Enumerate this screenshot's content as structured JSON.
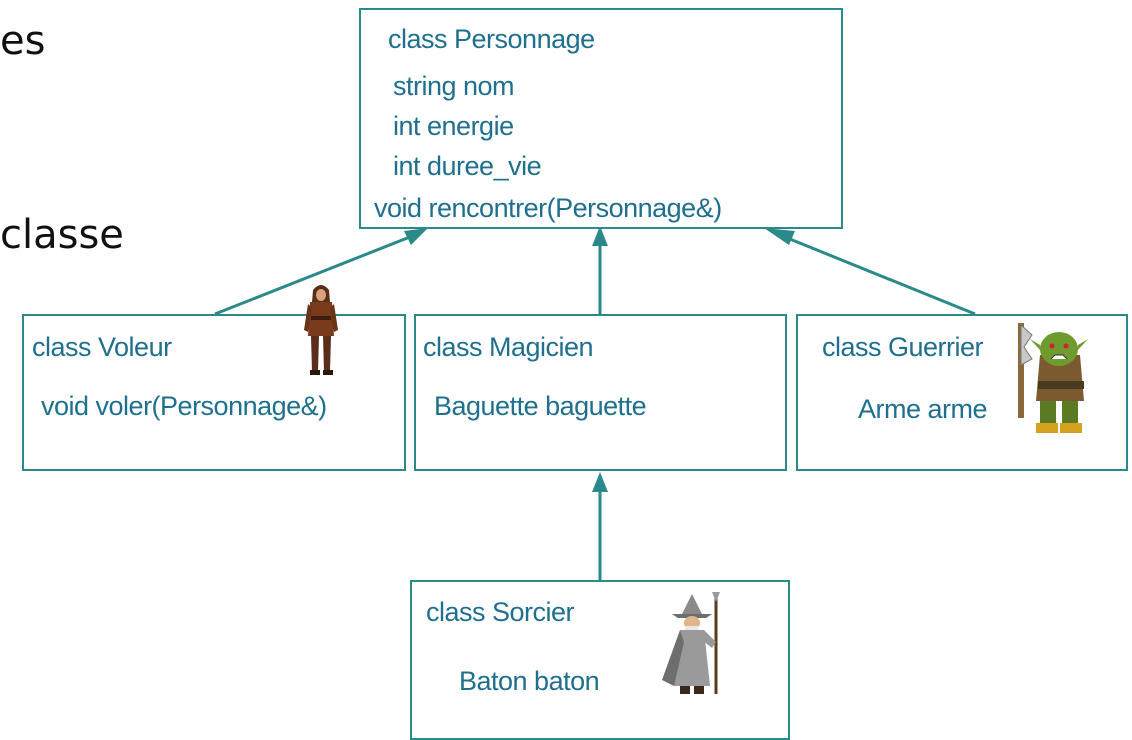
{
  "slide_fragments": {
    "line1": "es",
    "line2": "classe"
  },
  "classes": {
    "personnage": {
      "title": "class Personnage",
      "members": [
        "string nom",
        "int energie",
        "int duree_vie"
      ],
      "method": "void rencontrer(Personnage&)"
    },
    "voleur": {
      "title": "class Voleur",
      "member": "void voler(Personnage&)"
    },
    "magicien": {
      "title": "class Magicien",
      "member": "Baguette baguette"
    },
    "guerrier": {
      "title": "class Guerrier",
      "member": "Arme arme"
    },
    "sorcier": {
      "title": "class Sorcier",
      "member": "Baton baton"
    }
  },
  "colors": {
    "line": "#2a8a8a",
    "text": "#1f6f8f"
  },
  "icons": [
    "thief-figure-icon",
    "orc-warrior-figure-icon",
    "wizard-figure-icon"
  ]
}
